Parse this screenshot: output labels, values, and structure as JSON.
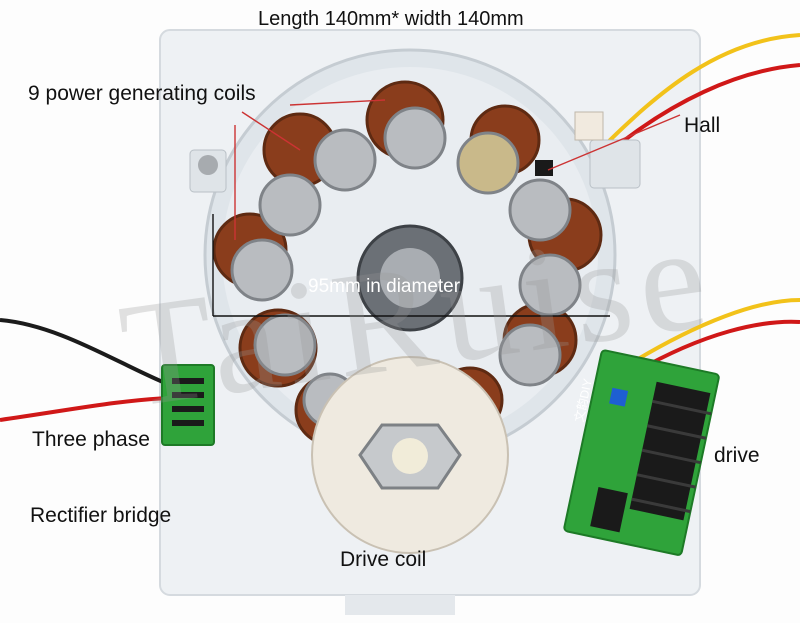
{
  "labels": {
    "dimensions": "Length 140mm* width 140mm",
    "coils": "9 power generating coils",
    "hall": "Hall",
    "diameter": "95mm in diameter",
    "three_phase": "Three phase",
    "rectifier": "Rectifier bridge",
    "drive": "drive",
    "drive_coil": "Drive coil",
    "pcb_text": "文韵DIY"
  },
  "watermark": "TaiRuise",
  "colors": {
    "background": "#fdfdfd",
    "acrylic": "#e9eef2",
    "copper": "#8a3d1c",
    "magnet": "#b9bcc0",
    "pcb_green": "#2fa33a",
    "wire_red": "#d01818",
    "wire_yellow": "#f2c21a",
    "heatsink": "#1a1a1a"
  }
}
